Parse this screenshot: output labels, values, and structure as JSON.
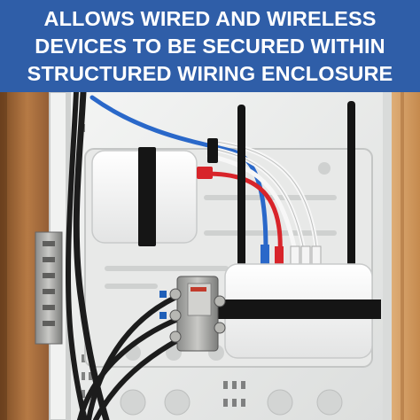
{
  "banner": {
    "lines": [
      "ALLOWS WIRED AND WIRELESS",
      "DEVICES TO BE SECURED WITHIN",
      "STRUCTURED WIRING ENCLOSURE"
    ],
    "background": "#2f5ea8",
    "text_color": "#ffffff"
  },
  "photo": {
    "subject": "Structured wiring enclosure panel with a wireless router, modem, coax splitter and patch cables",
    "colors": {
      "panel": "#f2f3f2",
      "frame_wood": "#c7884f",
      "cable_blue": "#2a68c9",
      "cable_red": "#d8242a",
      "cable_white": "#f4f4f4",
      "cable_black": "#1c1c1c"
    }
  }
}
